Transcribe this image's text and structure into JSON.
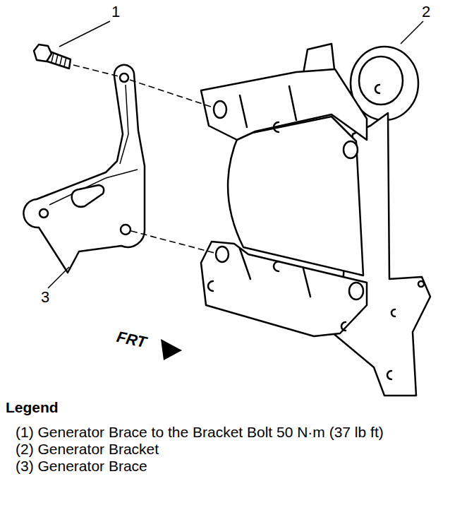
{
  "diagram": {
    "labels": [
      "1",
      "2",
      "3",
      "FRT",
      "Legend"
    ],
    "legend": [
      {
        "text": "(1) Generator Brace to the Bracket Bolt 50 N·m (37 lb ft)"
      },
      {
        "text": "(2) Generator Bracket"
      },
      {
        "text": "(3) Generator Brace"
      }
    ]
  }
}
